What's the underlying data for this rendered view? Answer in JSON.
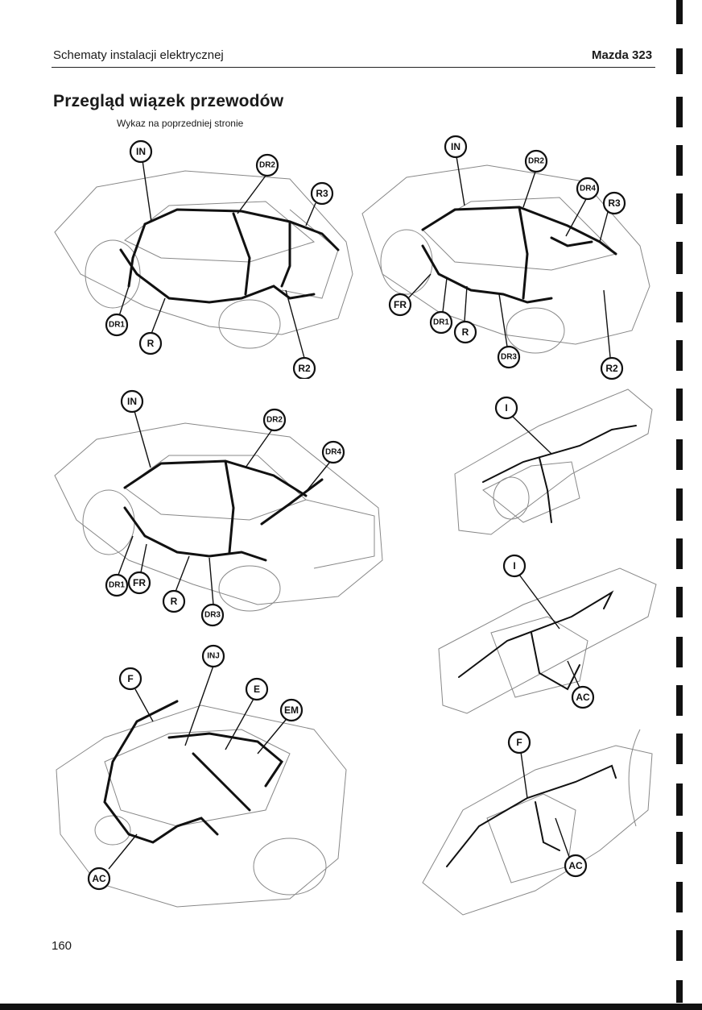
{
  "header": {
    "section_title": "Schematy instalacji elektrycznej",
    "model": "Mazda 323"
  },
  "page": {
    "title": "Przegląd wiązek przewodów",
    "subtitle": "Wykaz na poprzedniej stronie",
    "number": "160"
  },
  "figures": {
    "hatchback": {
      "labels": [
        "IN",
        "DR2",
        "R3",
        "DR1",
        "R",
        "R2"
      ]
    },
    "liftback": {
      "labels": [
        "IN",
        "DR2",
        "DR4",
        "R3",
        "FR",
        "DR1",
        "R",
        "DR3",
        "R2"
      ]
    },
    "sedan": {
      "labels": [
        "IN",
        "DR2",
        "DR4",
        "DR1",
        "FR",
        "R",
        "DR3"
      ]
    },
    "dash1": {
      "labels": [
        "I"
      ]
    },
    "dash2": {
      "labels": [
        "I",
        "AC"
      ]
    },
    "engine": {
      "labels": [
        "INJ",
        "F",
        "E",
        "EM",
        "AC"
      ]
    },
    "dash3": {
      "labels": [
        "F",
        "AC"
      ]
    }
  }
}
